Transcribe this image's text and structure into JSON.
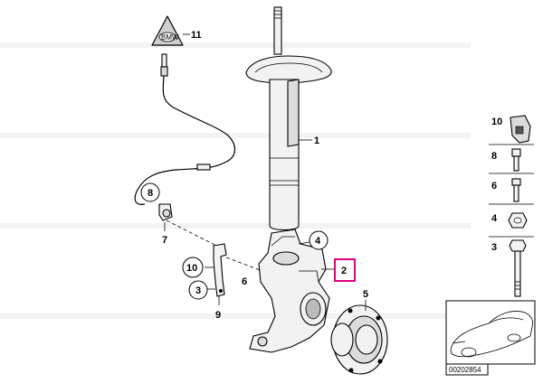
{
  "diagram": {
    "callouts": {
      "c1": "1",
      "c2": "2",
      "c3": "3",
      "c4": "4",
      "c5": "5",
      "c6": "6",
      "c7": "7",
      "c8": "8",
      "c9": "9",
      "c10": "10",
      "c11": "11"
    },
    "warning_label_text": "BMW",
    "highlight_color": "#e6007e"
  },
  "side_legend": {
    "items": [
      "10",
      "8",
      "6",
      "4",
      "3"
    ]
  },
  "thumbnail": {
    "image_number": "00202854"
  }
}
